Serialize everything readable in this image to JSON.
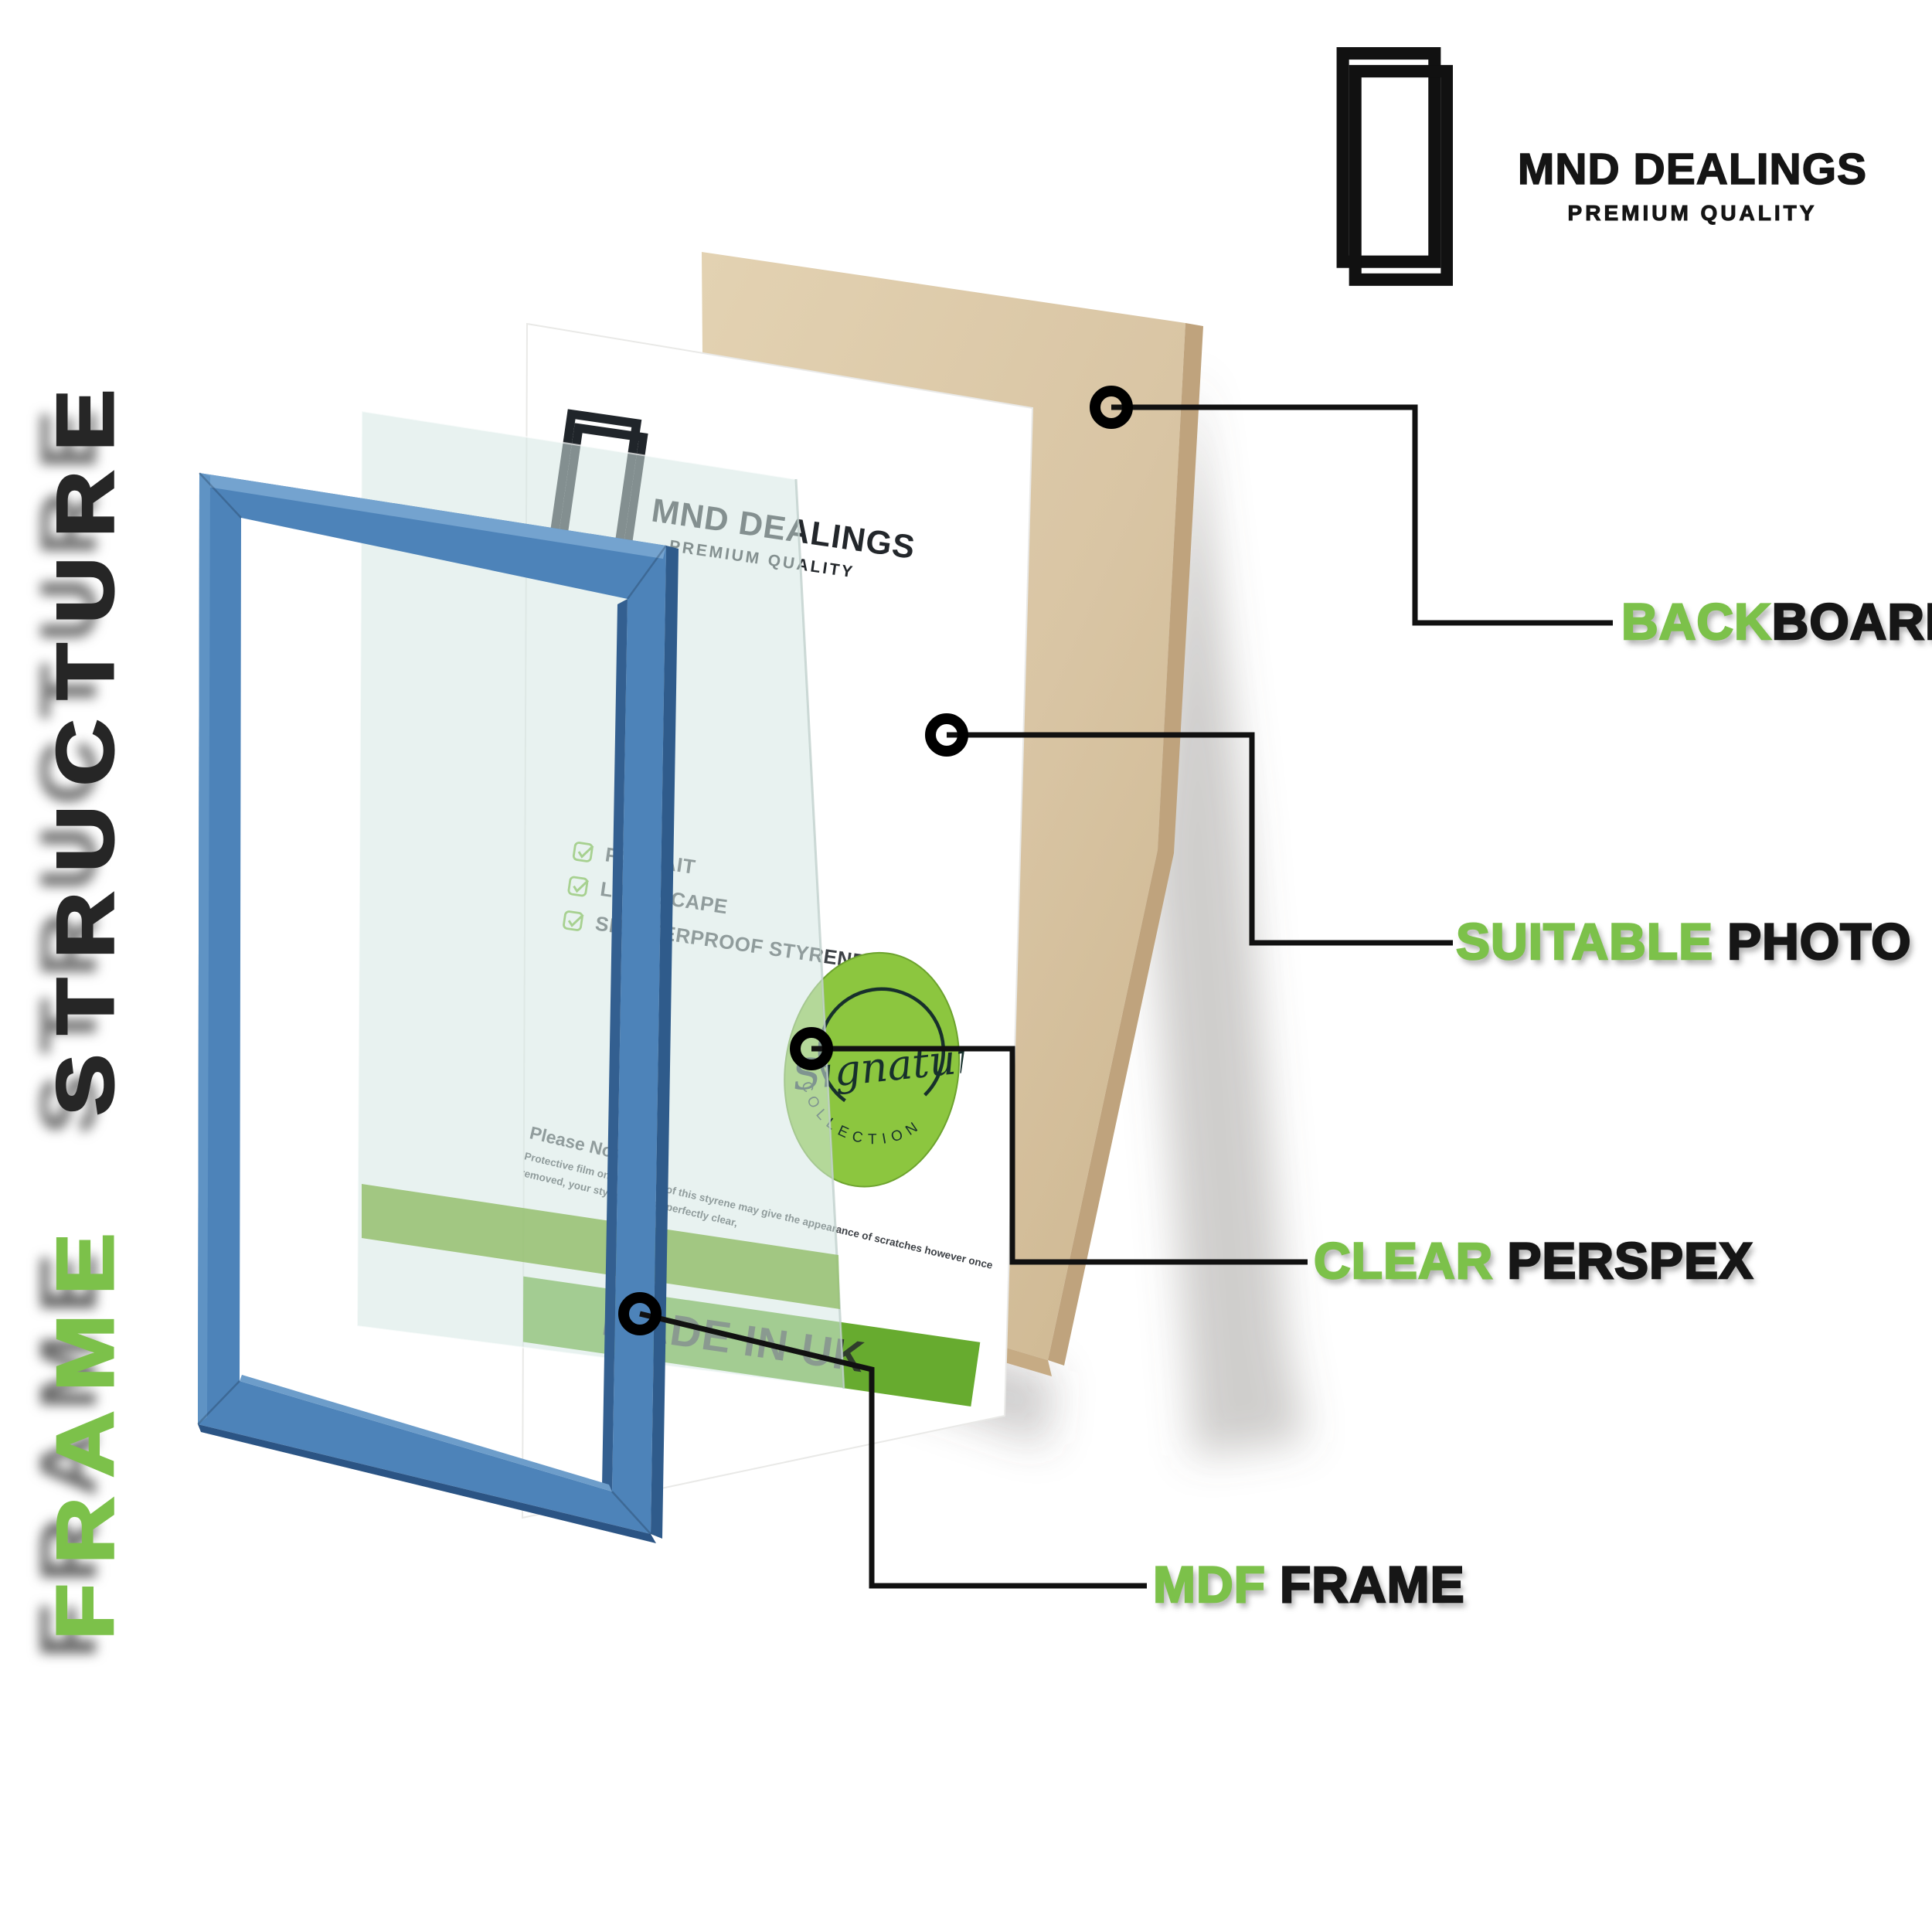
{
  "brand": {
    "name": "MND DEALINGS",
    "tagline": "PREMIUM QUALITY"
  },
  "side_title": {
    "frame": "FRAME",
    "structure": "STRUCTURE"
  },
  "sheet": {
    "brand_name": "MND DEALINGS",
    "brand_tagline": "PREMIUM QUALITY",
    "checklist": [
      "POTRAIT",
      "LANDSCAPE",
      "SHATTERPROOF STYRENE"
    ],
    "note_heading": "Please Note:",
    "note_line1": "Protective film on both sides of this styrene may give the appearance of scratches however once",
    "note_line2": "removed, your styrene will be perfectly clear,",
    "banner": "MADE IN UK",
    "badge_script": "Signature",
    "badge_arc": "COLLECTION"
  },
  "callouts": [
    {
      "green": "BACK",
      "black": "BOARD"
    },
    {
      "green": "SUITABLE",
      "black": "PHOTO"
    },
    {
      "green": "CLEAR",
      "black": "PERSPEX"
    },
    {
      "green": "MDF",
      "black": "FRAME"
    }
  ],
  "icons": {
    "logo": "double-frame-outline-icon",
    "checkbox": "green-check-square-icon",
    "anchor": "black-ring-anchor-icon"
  },
  "colors": {
    "accent_green": "#7cc14a",
    "banner_green": "#67ab2f",
    "badge_green": "#8cc63f",
    "frame_blue": "#4d83b9",
    "backboard_tan": "#d9c5a4",
    "connector_black": "#111111"
  }
}
